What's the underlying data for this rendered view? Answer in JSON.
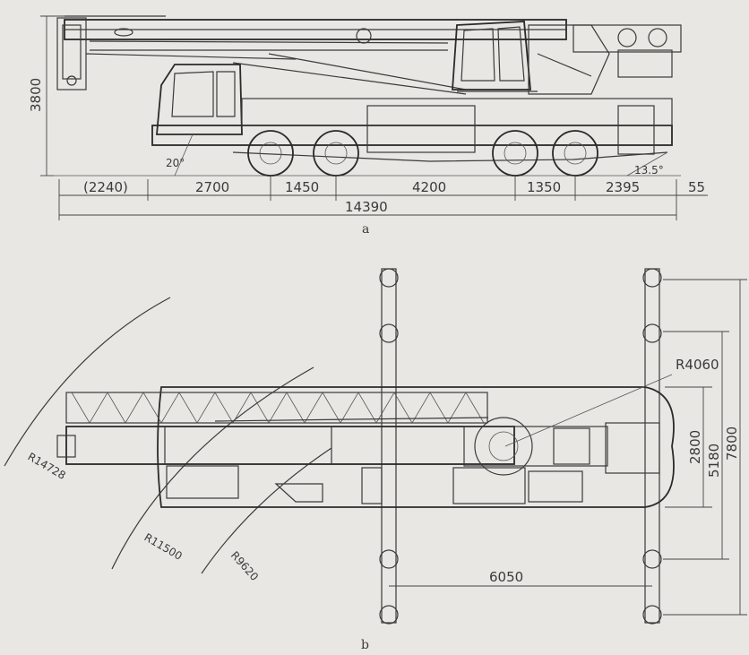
{
  "side_view": {
    "caption": "a",
    "height_label": "3800",
    "angle_front": "20°",
    "angle_rear": "13.5°",
    "segments": [
      "(2240)",
      "2700",
      "1450",
      "4200",
      "1350",
      "2395",
      "55"
    ],
    "overall_length": "14390"
  },
  "top_view": {
    "caption": "b",
    "radii": [
      "R14728",
      "R11500",
      "R9620",
      "R4060"
    ],
    "widths": [
      "2800",
      "5180",
      "7800"
    ],
    "outrigger_span": "6050"
  }
}
